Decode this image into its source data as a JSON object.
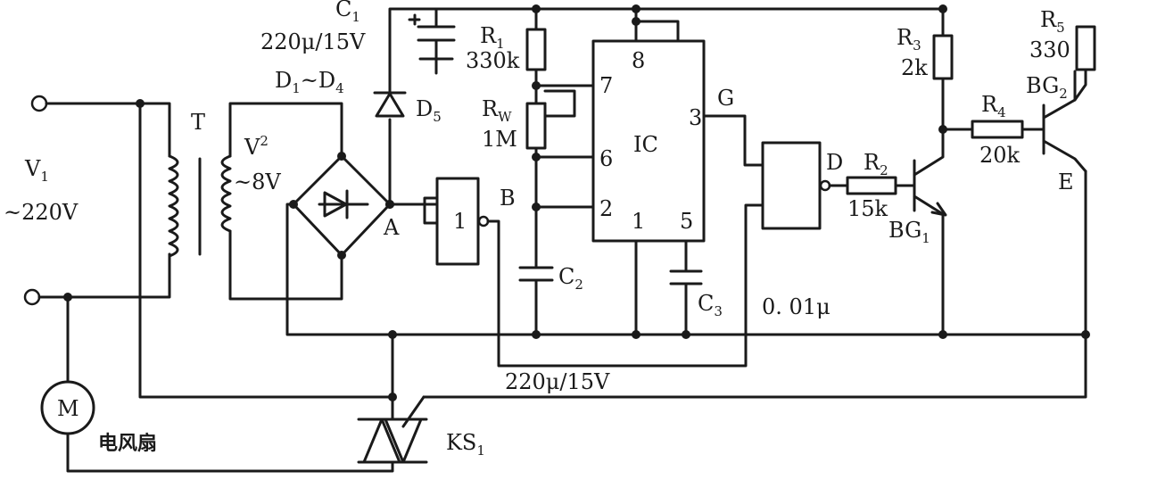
{
  "labels": {
    "v1": "V",
    "v1_sub": "1",
    "v1_value": "~220V",
    "t": "T",
    "v2": "V",
    "v2_sub": "2",
    "v2_value": "~8V",
    "c1": "C",
    "c1_sub": "1",
    "c1_value": "220μ/15V",
    "d1_d4": "D",
    "d1_d4_sub1": "1",
    "d1_d4_tilde": "~D",
    "d1_d4_sub2": "4",
    "d5": "D",
    "d5_sub": "5",
    "node_a": "A",
    "gate1": "1",
    "node_b": "B",
    "r1": "R",
    "r1_sub": "1",
    "r1_value": "330k",
    "rw": "R",
    "rw_sub": "W",
    "rw_value": "1M",
    "c2": "C",
    "c2_sub": "2",
    "ic": "IC",
    "pin8": "8",
    "pin7": "7",
    "pin6": "6",
    "pin2": "2",
    "pin1": "1",
    "pin5": "5",
    "pin3": "3",
    "node_g": "G",
    "c3": "C",
    "c3_sub": "3",
    "c3_value": "0. 01μ",
    "bottom_value": "220μ/15V",
    "node_d": "D",
    "r2": "R",
    "r2_sub": "2",
    "r2_value": "15k",
    "bg1": "BG",
    "bg1_sub": "1",
    "r3": "R",
    "r3_sub": "3",
    "r3_value": "2k",
    "r4": "R",
    "r4_sub": "4",
    "r4_value": "20k",
    "r5": "R",
    "r5_sub": "5",
    "r5_value": "330",
    "bg2": "BG",
    "bg2_sub": "2",
    "node_e": "E",
    "motor": "M",
    "fan": "电风扇",
    "ks1": "KS",
    "ks1_sub": "1"
  }
}
